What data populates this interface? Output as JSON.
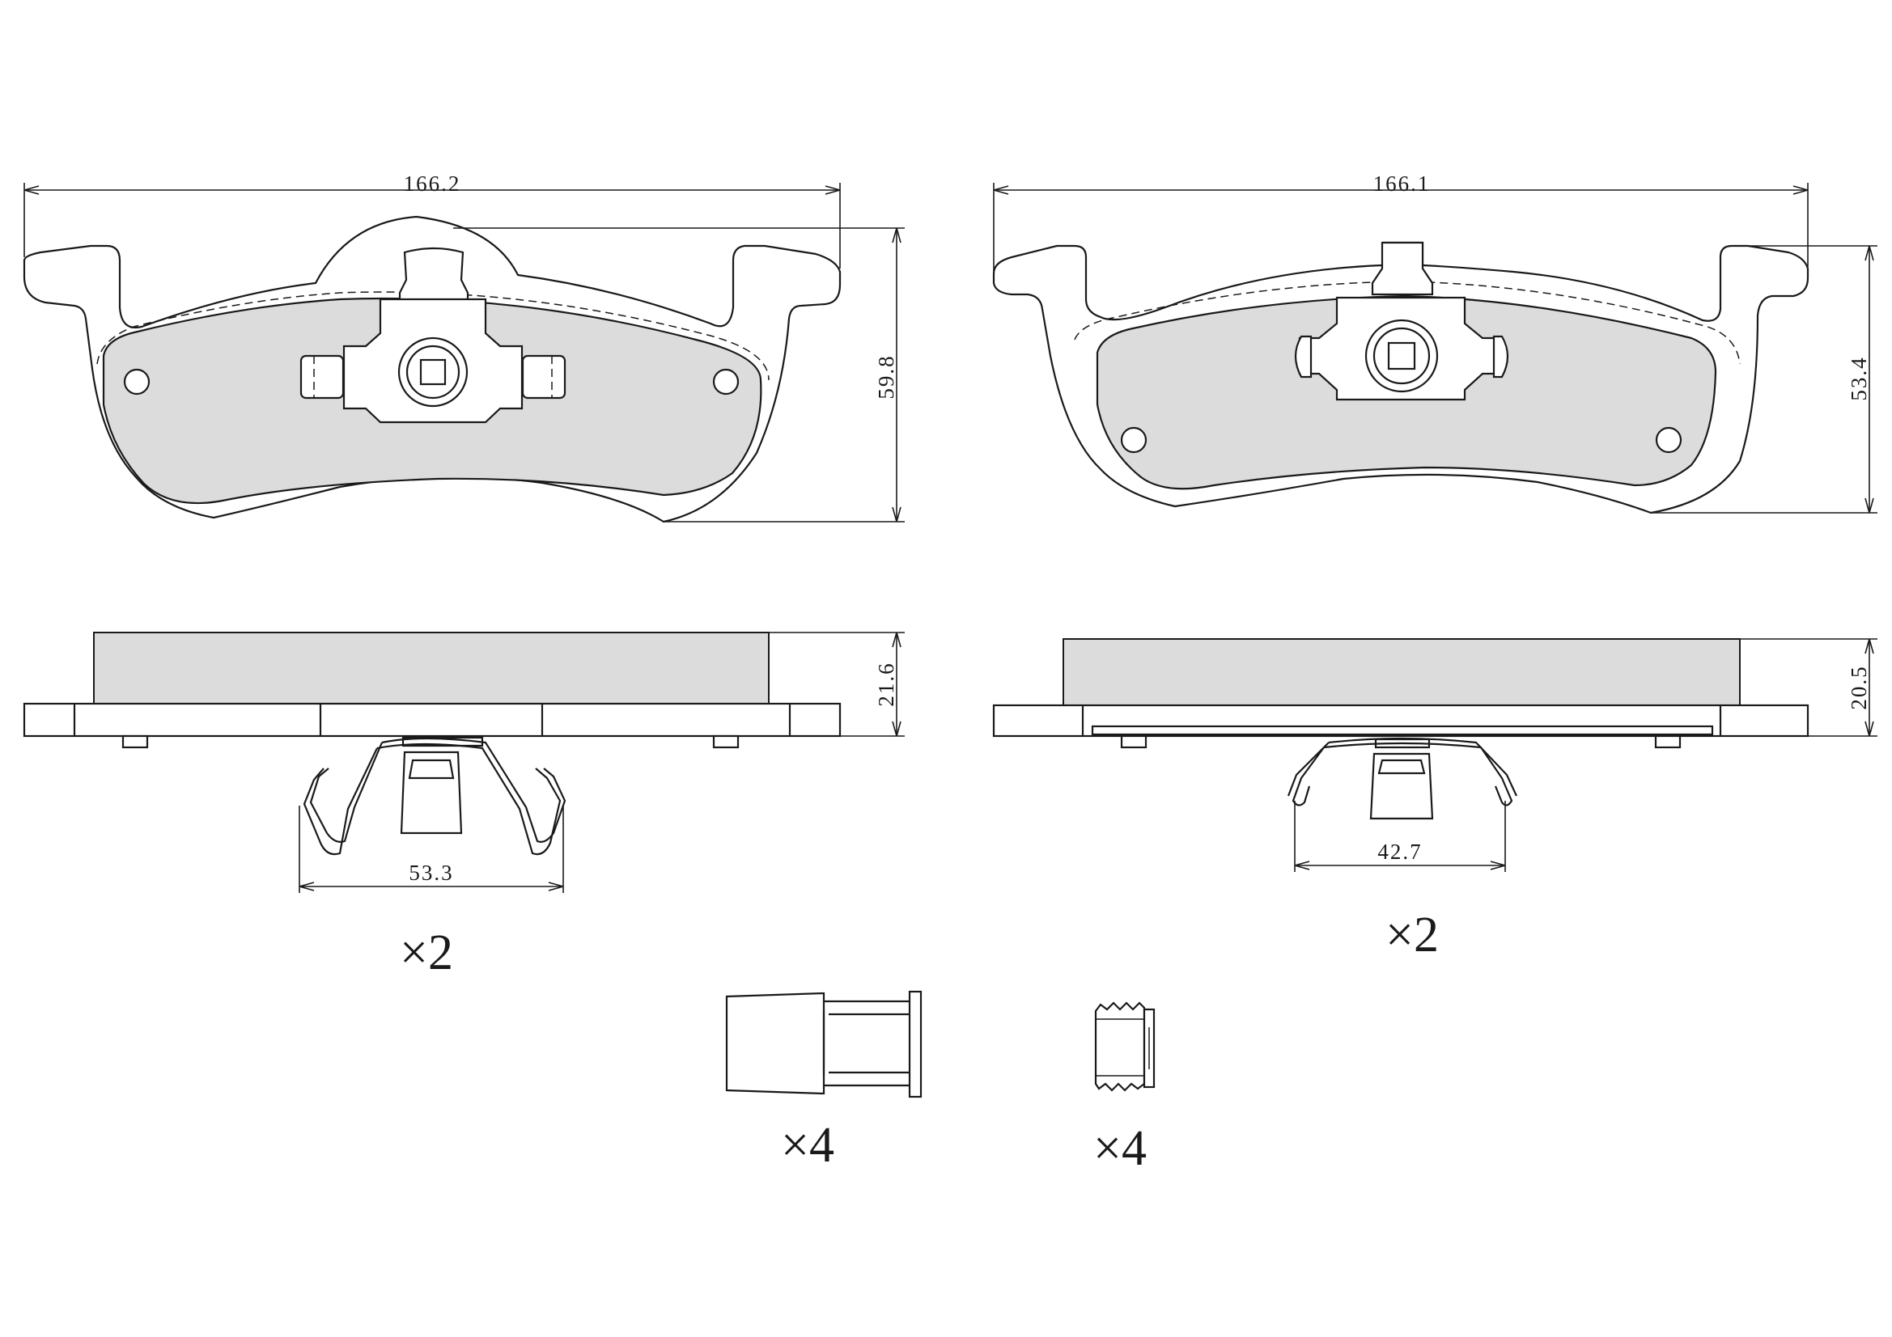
{
  "dimensions": {
    "pad_a_width": "166.2",
    "pad_a_height": "59.8",
    "pad_a_thickness": "21.6",
    "clip_a_width": "53.3",
    "pad_b_width": "166.1",
    "pad_b_height": "53.4",
    "pad_b_thickness": "20.5",
    "clip_b_width": "42.7"
  },
  "quantities": {
    "pad_a": "×2",
    "pad_b": "×2",
    "sleeve_large": "×4",
    "sleeve_small": "×4"
  },
  "colors": {
    "friction_fill": "#dcdcdc",
    "line": "#1a1a1a",
    "background": "#ffffff"
  }
}
